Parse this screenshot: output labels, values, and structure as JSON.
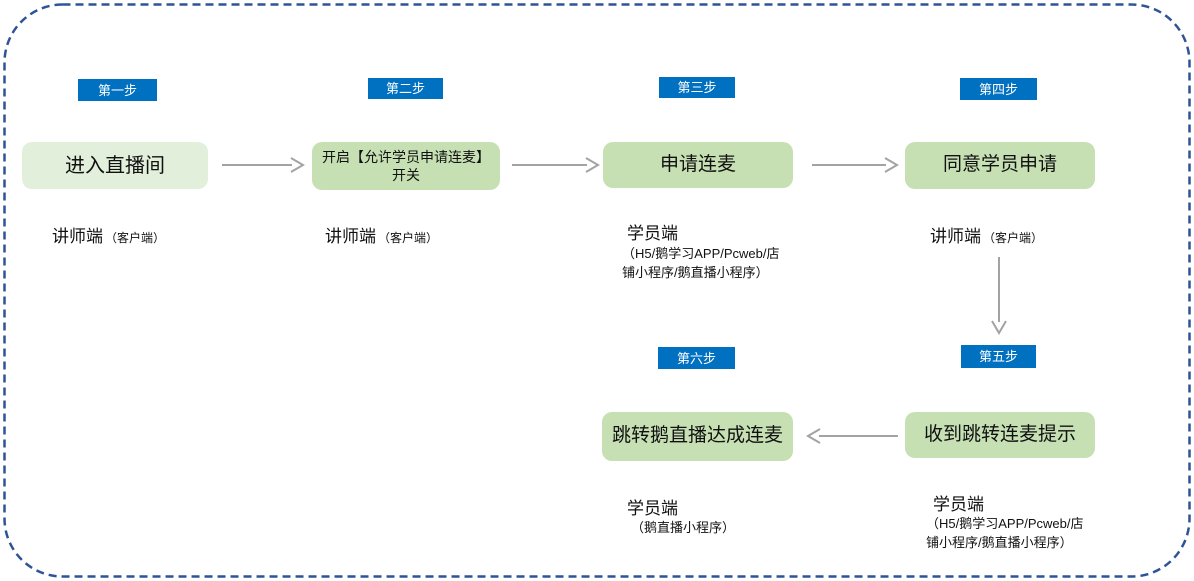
{
  "colors": {
    "badge_blue": "#0070C0",
    "box_green_light": "#E2EFDA",
    "box_green": "#C6E0B4",
    "arrow_gray": "#A3A3A3",
    "border_blue": "#2F5496"
  },
  "steps": [
    {
      "badge": "第一步",
      "box": "进入直播间",
      "role": "讲师端",
      "role_note": "（客户端）",
      "detail": ""
    },
    {
      "badge": "第二步",
      "box": "开启【允许学员申请连麦】\n开关",
      "role": "讲师端",
      "role_note": "（客户端）",
      "detail": ""
    },
    {
      "badge": "第三步",
      "box": "申请连麦",
      "role": "学员端",
      "role_note": "",
      "detail": "（H5/鹅学习APP/Pcweb/店\n铺小程序/鹅直播小程序）"
    },
    {
      "badge": "第四步",
      "box": "同意学员申请",
      "role": "讲师端",
      "role_note": "（客户端）",
      "detail": ""
    },
    {
      "badge": "第五步",
      "box": "收到跳转连麦提示",
      "role": "学员端",
      "role_note": "",
      "detail": "（H5/鹅学习APP/Pcweb/店\n铺小程序/鹅直播小程序）"
    },
    {
      "badge": "第六步",
      "box": "跳转鹅直播达成连麦",
      "role": "学员端",
      "role_note": "",
      "detail": "（鹅直播小程序）"
    }
  ],
  "connections": [
    {
      "from": "第一步",
      "to": "第二步",
      "direction": "right"
    },
    {
      "from": "第二步",
      "to": "第三步",
      "direction": "right"
    },
    {
      "from": "第三步",
      "to": "第四步",
      "direction": "right"
    },
    {
      "from": "第四步",
      "to": "第五步",
      "direction": "down"
    },
    {
      "from": "第五步",
      "to": "第六步",
      "direction": "left"
    }
  ]
}
